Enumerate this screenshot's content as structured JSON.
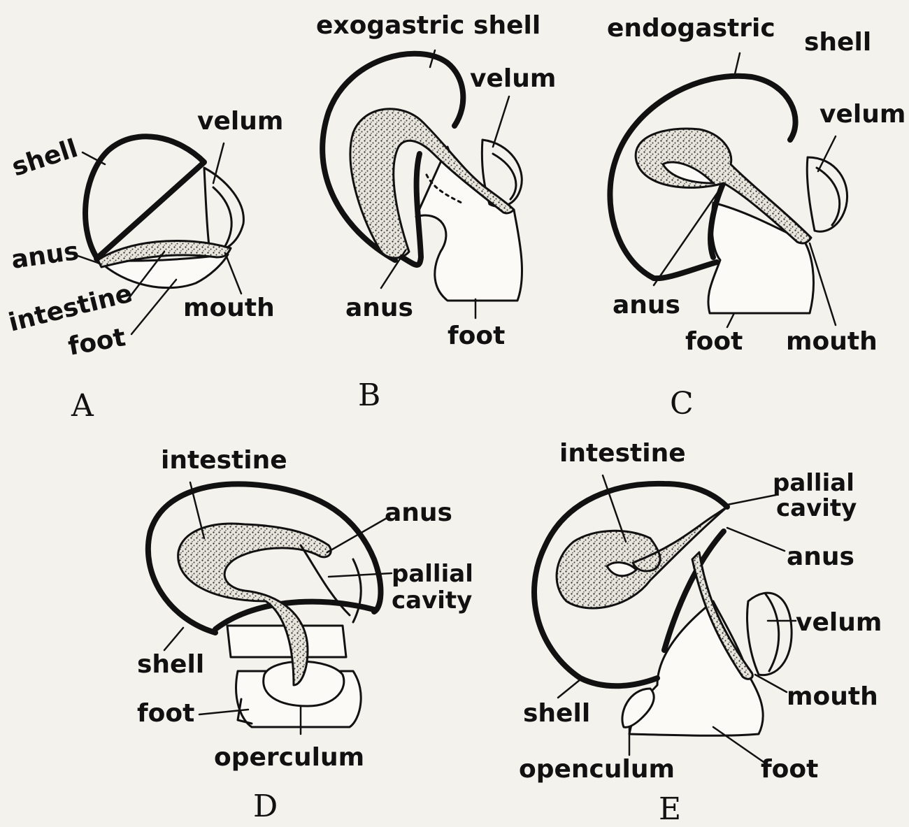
{
  "panels": {
    "A": {
      "letter": "A",
      "labels": {
        "shell": "shell",
        "velum": "velum",
        "anus": "anus",
        "intestine": "intestine",
        "foot": "foot",
        "mouth": "mouth"
      }
    },
    "B": {
      "letter": "B",
      "labels": {
        "shell": "exogastric shell",
        "velum": "velum",
        "anus": "anus",
        "foot": "foot"
      }
    },
    "C": {
      "letter": "C",
      "labels": {
        "shell_word1": "endogastric",
        "shell_word2": "shell",
        "velum": "velum",
        "anus": "anus",
        "foot": "foot",
        "mouth": "mouth"
      }
    },
    "D": {
      "letter": "D",
      "labels": {
        "intestine": "intestine",
        "anus": "anus",
        "pallial_1": "pallial",
        "pallial_2": "cavity",
        "shell": "shell",
        "foot": "foot",
        "operculum": "operculum"
      }
    },
    "E": {
      "letter": "E",
      "labels": {
        "intestine": "intestine",
        "pallial_1": "pallial",
        "pallial_2": "cavity",
        "anus": "anus",
        "velum": "velum",
        "mouth": "mouth",
        "shell": "shell",
        "operculum": "openculum",
        "foot": "foot"
      }
    }
  }
}
